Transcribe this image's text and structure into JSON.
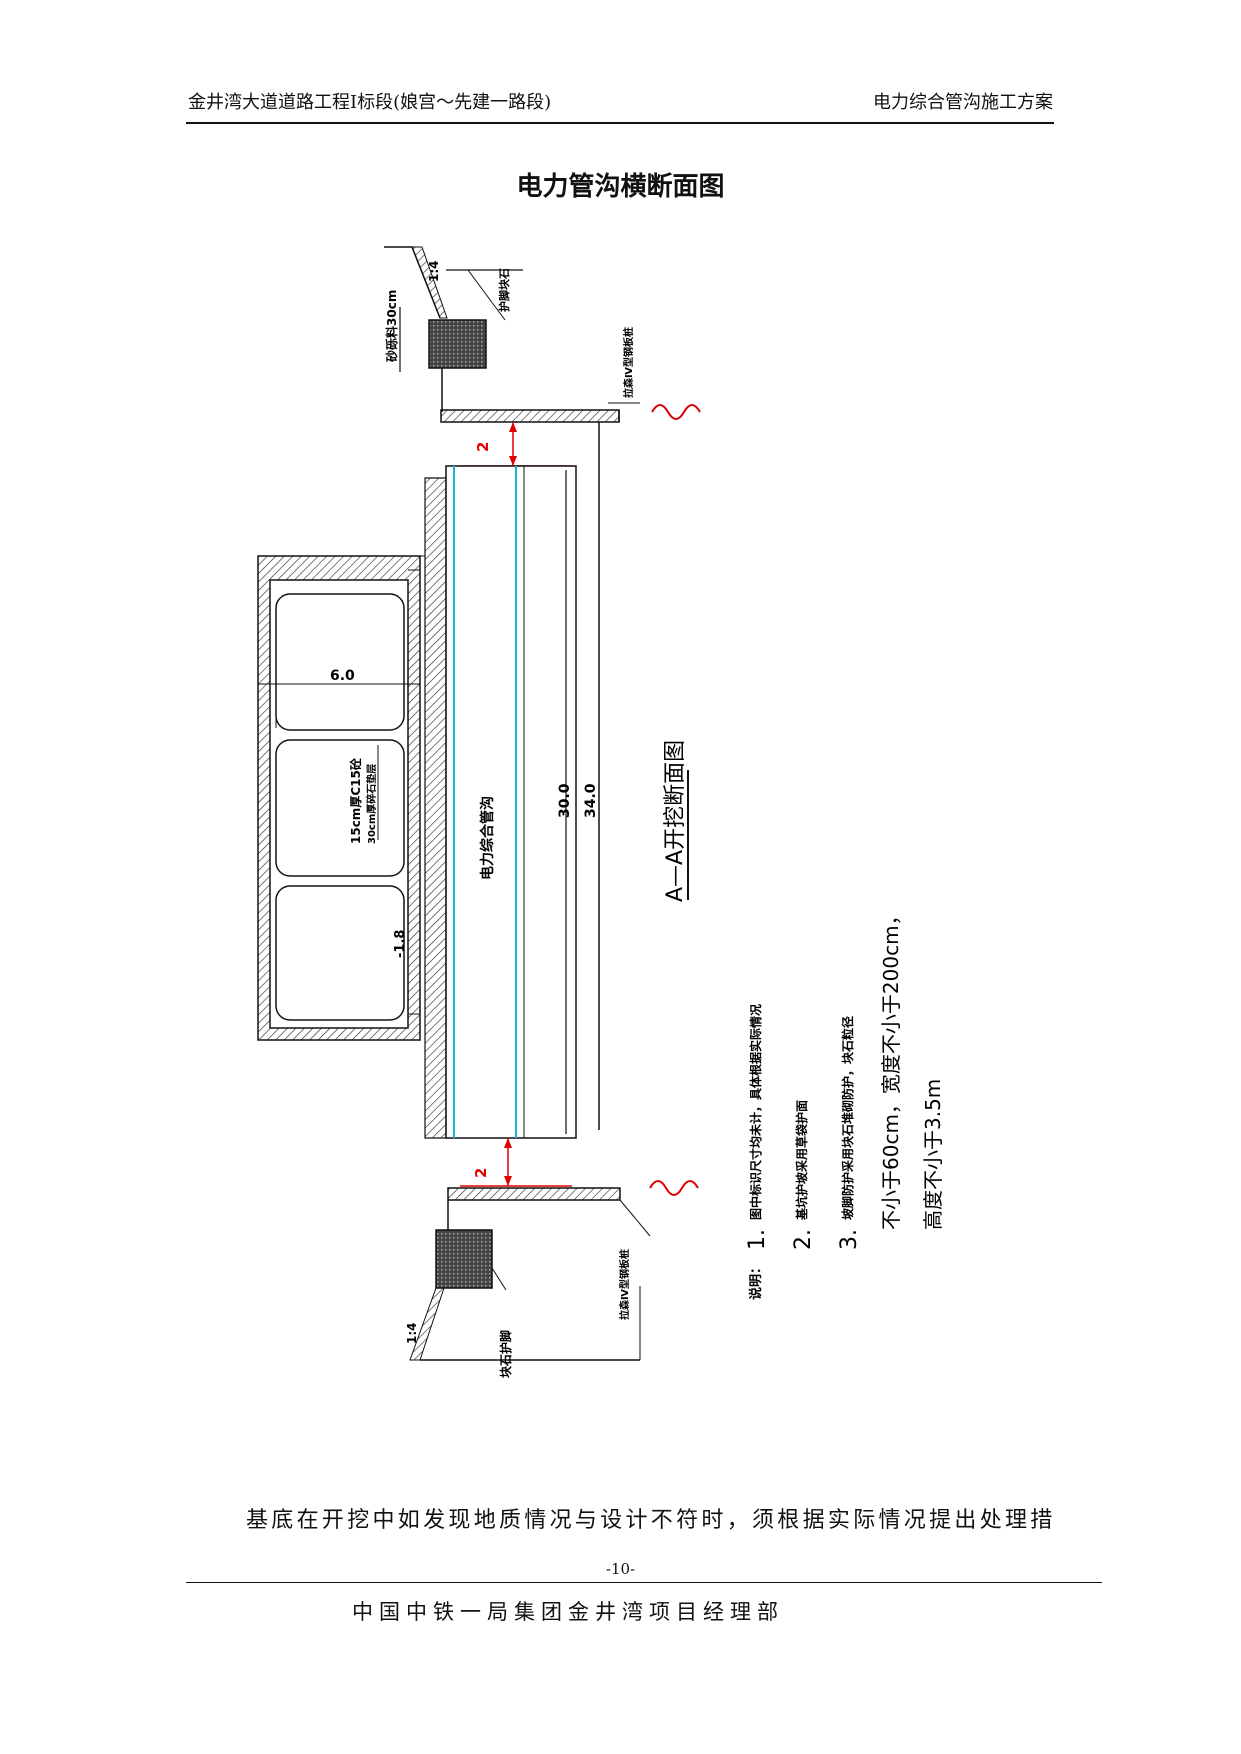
{
  "header": {
    "left": "金井湾大道道路工程Ⅰ标段(娘宫～先建一路段)",
    "right": "电力综合管沟施工方案"
  },
  "title": "电力管沟横断面图",
  "drawing": {
    "labels": {
      "slope_top": "1:4",
      "rock_top": "护脚块石",
      "gravel": "砂砾料30cm",
      "steel_top": "拉森Ⅳ型钢板桩",
      "dim_top": "2",
      "width_6": "6.0",
      "base_main": "15cm厚C15砼",
      "base_sub": "30cm厚碎石垫层",
      "elevation": "-1.8",
      "channel": "电力综合管沟",
      "dim_30": "30.0",
      "dim_34": "34.0",
      "section": "A—A开挖断面图",
      "dim_bottom": "2",
      "steel_bottom": "拉森Ⅳ型钢板桩",
      "rock_bottom": "块石护脚",
      "slope_bottom": "1:4"
    },
    "notes": {
      "head": "说明：",
      "n1_num": "1.",
      "n1_text": "图中标识尺寸均未计，具体根据实际情况",
      "n2_num": "2.",
      "n2_text": "基坑护坡采用草袋护面",
      "n3_num": "3.",
      "n3_text": "坡脚防护采用块石堆砌防护，块石粒径",
      "n3_line2": "不小于60cm，宽度不小于200cm，",
      "n3_line3": "高度不小于3.5m"
    }
  },
  "body_text": "基底在开挖中如发现地质情况与设计不符时，须根据实际情况提出处理措",
  "page_number": "-10-",
  "footer": "中国中铁一局集团金井湾项目经理部"
}
